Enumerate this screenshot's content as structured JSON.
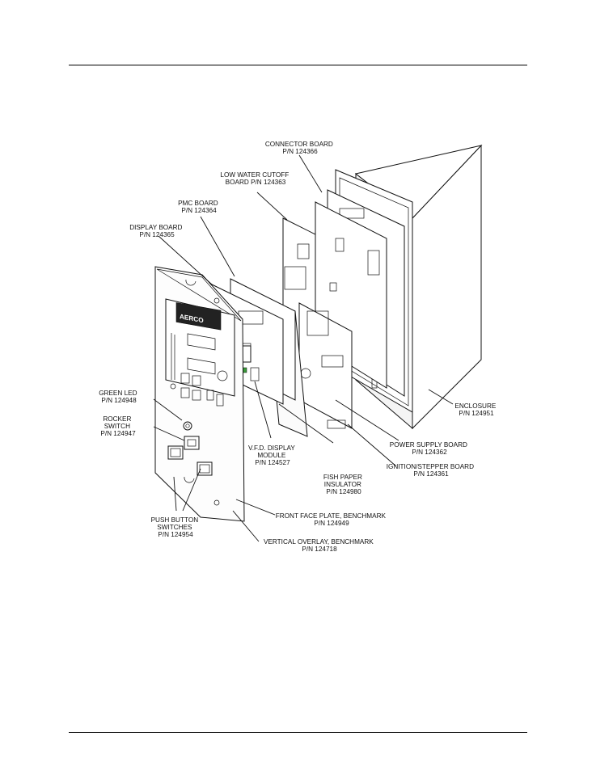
{
  "brand_logo": "AERCO",
  "callouts": [
    {
      "id": "connector-board",
      "lines": [
        "CONNECTOR BOARD",
        "P/N 124366"
      ]
    },
    {
      "id": "low-water-cutoff-board",
      "lines": [
        "LOW WATER CUTOFF",
        "BOARD P/N 124363"
      ]
    },
    {
      "id": "pmc-board",
      "lines": [
        "PMC BOARD",
        "P/N 124364"
      ]
    },
    {
      "id": "display-board",
      "lines": [
        "DISPLAY BOARD",
        "P/N 124365"
      ]
    },
    {
      "id": "green-led",
      "lines": [
        "GREEN LED",
        "P/N 124948"
      ]
    },
    {
      "id": "rocker-switch",
      "lines": [
        "ROCKER",
        "SWITCH",
        "P/N 124947"
      ]
    },
    {
      "id": "vfd-display-module",
      "lines": [
        "V.F.D. DISPLAY",
        "MODULE",
        "P/N 124527"
      ]
    },
    {
      "id": "fish-paper-insulator",
      "lines": [
        "FISH PAPER",
        "INSULATOR",
        "P/N 124980"
      ]
    },
    {
      "id": "ignition-stepper-board",
      "lines": [
        "IGNITION/STEPPER BOARD",
        "P/N 124361"
      ]
    },
    {
      "id": "power-supply-board",
      "lines": [
        "POWER SUPPLY BOARD",
        "P/N 124362"
      ]
    },
    {
      "id": "enclosure",
      "lines": [
        "ENCLOSURE",
        "P/N 124951"
      ]
    },
    {
      "id": "push-button-switches",
      "lines": [
        "PUSH BUTTON",
        "SWITCHES",
        "P/N 124954"
      ]
    },
    {
      "id": "front-face-plate",
      "lines": [
        "FRONT FACE PLATE, BENCHMARK",
        "P/N 124949"
      ]
    },
    {
      "id": "vertical-overlay",
      "lines": [
        "VERTICAL OVERLAY, BENCHMARK",
        "P/N 124718"
      ]
    }
  ]
}
